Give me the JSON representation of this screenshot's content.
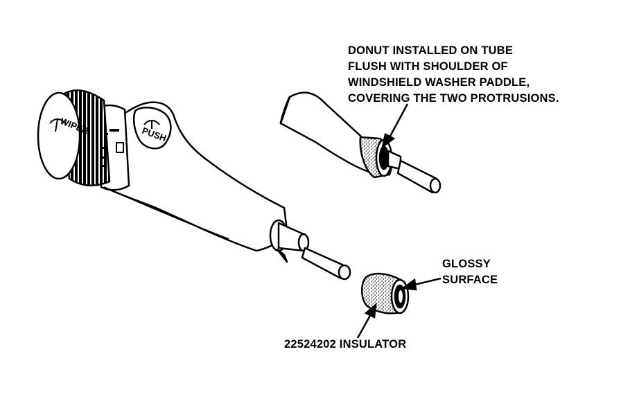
{
  "callouts": {
    "donut": {
      "lines": [
        "DONUT INSTALLED ON TUBE",
        "FLUSH WITH SHOULDER OF",
        "WINDSHIELD WASHER PADDLE,",
        "COVERING THE TWO PROTRUSIONS."
      ]
    },
    "glossy": {
      "lines": [
        "GLOSSY",
        "SURFACE"
      ]
    },
    "insulator": {
      "text": "22524202 INSULATOR"
    }
  },
  "lever_markings": {
    "knob_label": "WIPER",
    "paddle_label": "PUSH"
  }
}
